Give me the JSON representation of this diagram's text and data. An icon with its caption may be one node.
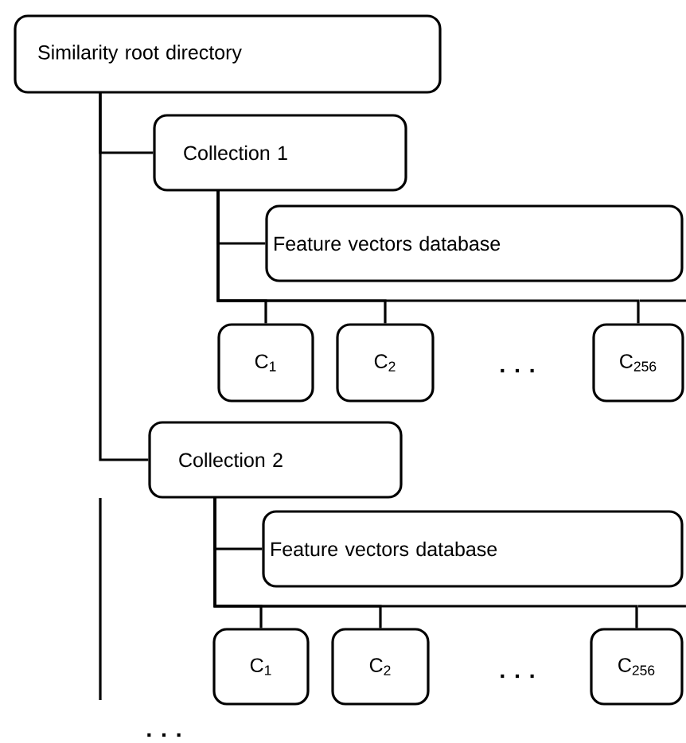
{
  "diagram": {
    "nodes": [
      {
        "text": [
          "Similarity root directory"
        ]
      },
      {
        "text": [
          "Collection 1"
        ]
      },
      {
        "text": [
          "Feature vectors database"
        ]
      },
      {
        "text": [
          "C$_{1}$"
        ]
      },
      {
        "text": [
          "C$_{2}$"
        ]
      },
      {
        "text": [
          "C$_{256}$"
        ]
      },
      {
        "text": [
          "Collection 2"
        ]
      },
      {
        "text": [
          "Feature vectors database"
        ]
      },
      {
        "text": [
          "C$_{1}$"
        ]
      },
      {
        "text": [
          "C$_{2}$"
        ]
      },
      {
        "text": [
          "C$_{256}$"
        ]
      }
    ],
    "edges": [
      {
        "from": 0,
        "to": 1,
        "arrow": "none"
      },
      {
        "from": 0,
        "to": 6,
        "arrow": "none"
      },
      {
        "from": 1,
        "to": 2,
        "arrow": "none"
      },
      {
        "from": 1,
        "to": 3,
        "arrow": "none"
      },
      {
        "from": 1,
        "to": 4,
        "arrow": "none"
      },
      {
        "from": 1,
        "to": 5,
        "arrow": "none"
      },
      {
        "from": 6,
        "to": 7,
        "arrow": "none"
      },
      {
        "from": 6,
        "to": 8,
        "arrow": "none"
      },
      {
        "from": 6,
        "to": 9,
        "arrow": "none"
      },
      {
        "from": 6,
        "to": 10,
        "arrow": "none"
      }
    ],
    "labels": [
      ". . .",
      ". . .",
      ". . ."
    ]
  }
}
